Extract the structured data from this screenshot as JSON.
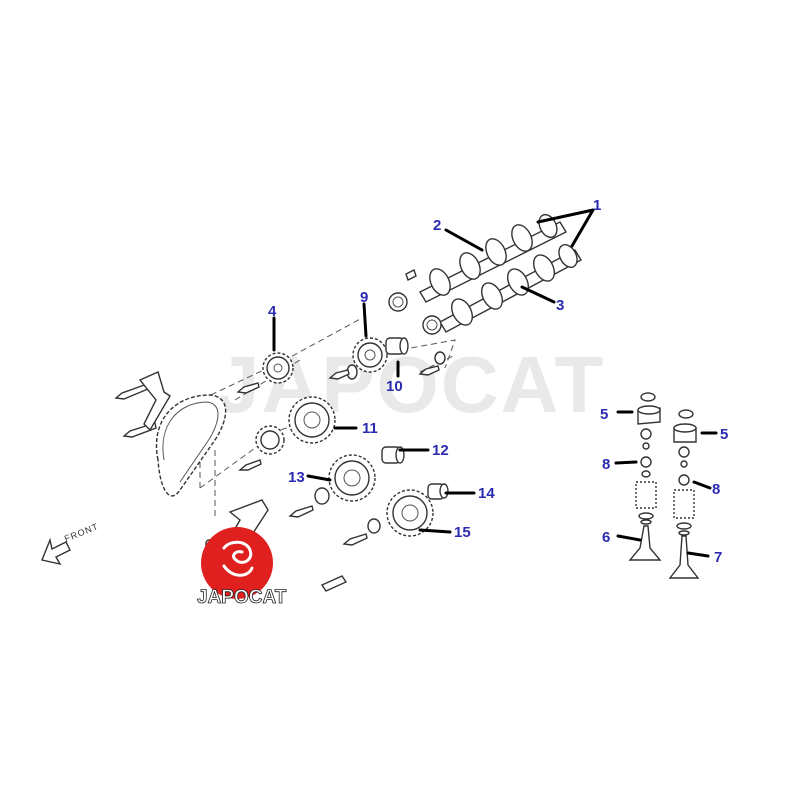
{
  "watermark": {
    "text": "JAPOCAT"
  },
  "logo": {
    "brand": "JAPOCAT",
    "circle_color": "#e01f1f"
  },
  "front_label": "FRONT",
  "colors": {
    "callout": "#2b2bb0",
    "leader": "#000000",
    "line": "#333333"
  },
  "callouts": [
    {
      "id": "c1",
      "label": "1"
    },
    {
      "id": "c2",
      "label": "2"
    },
    {
      "id": "c3",
      "label": "3"
    },
    {
      "id": "c4",
      "label": "4"
    },
    {
      "id": "c5a",
      "label": "5"
    },
    {
      "id": "c5b",
      "label": "5"
    },
    {
      "id": "c6",
      "label": "6"
    },
    {
      "id": "c7",
      "label": "7"
    },
    {
      "id": "c8a",
      "label": "8"
    },
    {
      "id": "c8b",
      "label": "8"
    },
    {
      "id": "c9",
      "label": "9"
    },
    {
      "id": "c10",
      "label": "10"
    },
    {
      "id": "c11",
      "label": "11"
    },
    {
      "id": "c12",
      "label": "12"
    },
    {
      "id": "c13",
      "label": "13"
    },
    {
      "id": "c14",
      "label": "14"
    },
    {
      "id": "c15",
      "label": "15"
    }
  ]
}
